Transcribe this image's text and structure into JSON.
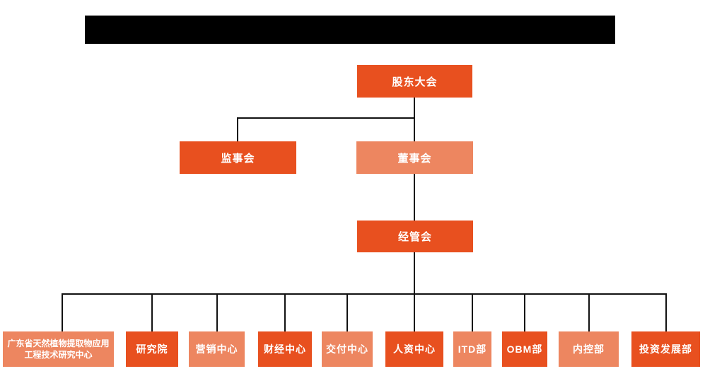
{
  "colors": {
    "primary_orange": "#E8501F",
    "light_orange": "#ED8660",
    "connector_line": "#111111",
    "node_text": "#FFFFFF",
    "redaction_bar": "#000000"
  },
  "chart": {
    "root": {
      "label": "股东大会"
    },
    "supervisory": {
      "label": "监事会"
    },
    "board": {
      "label": "董事会"
    },
    "management": {
      "label": "经管会"
    },
    "departments": [
      {
        "label": "广东省天然植物提取物应用工程技术研究中心",
        "variant": "light"
      },
      {
        "label": "研究院",
        "variant": "primary"
      },
      {
        "label": "营销中心",
        "variant": "light"
      },
      {
        "label": "财经中心",
        "variant": "primary"
      },
      {
        "label": "交付中心",
        "variant": "light"
      },
      {
        "label": "人资中心",
        "variant": "primary"
      },
      {
        "label": "ITD部",
        "variant": "light"
      },
      {
        "label": "OBM部",
        "variant": "primary"
      },
      {
        "label": "内控部",
        "variant": "light"
      },
      {
        "label": "投资发展部",
        "variant": "primary"
      }
    ]
  }
}
